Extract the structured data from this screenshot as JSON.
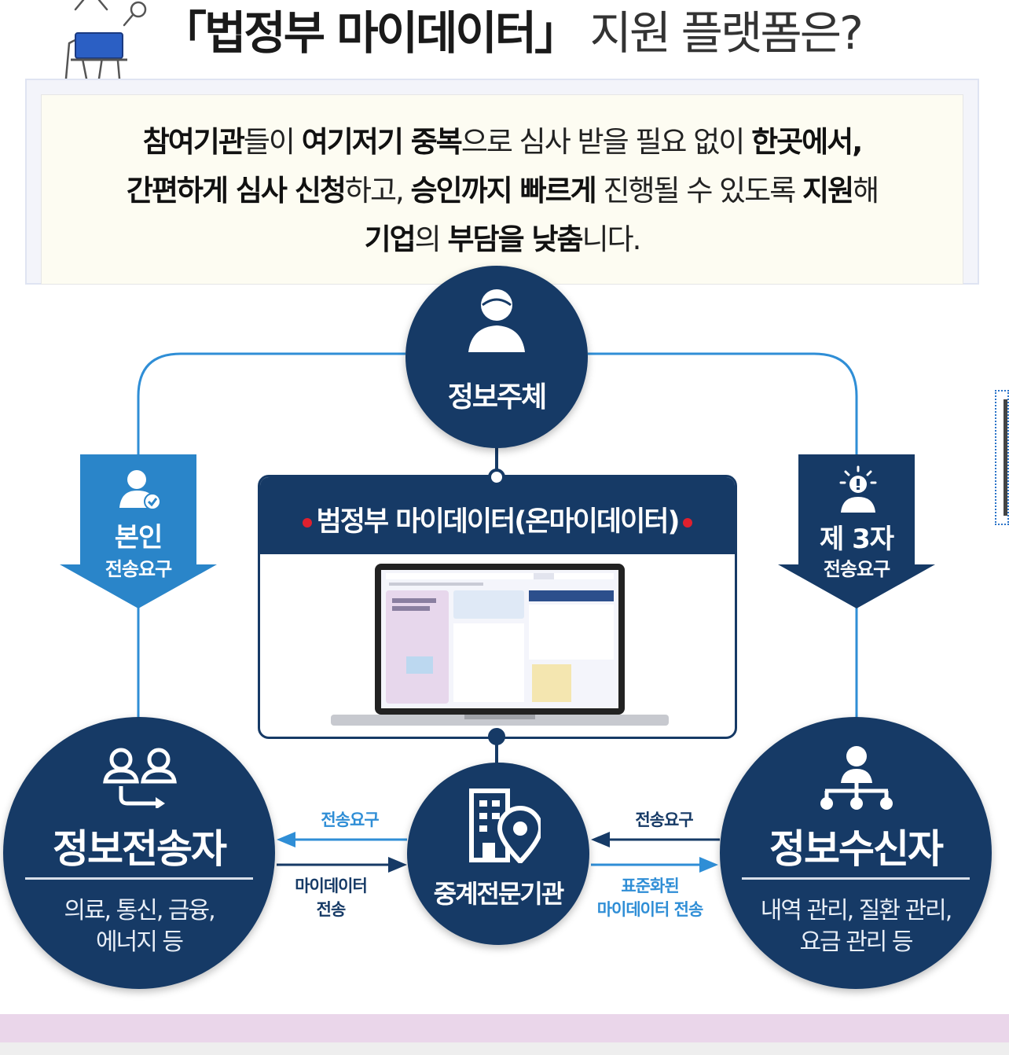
{
  "headline": {
    "bold": "「법정부 마이데이터」",
    "light": " 지원 플랫폼은?"
  },
  "info": {
    "line1": [
      {
        "t": "참여기관",
        "b": true
      },
      {
        "t": "들이 ",
        "b": false
      },
      {
        "t": "여기저기 중복",
        "b": true
      },
      {
        "t": "으로 심사 받을 필요 없이 ",
        "b": false
      },
      {
        "t": "한곳에서,",
        "b": true
      }
    ],
    "line2": [
      {
        "t": "간편하게 심사 신청",
        "b": true
      },
      {
        "t": "하고, ",
        "b": false
      },
      {
        "t": "승인까지 빠르게",
        "b": true
      },
      {
        "t": " 진행될 수 있도록 ",
        "b": false
      },
      {
        "t": "지원",
        "b": true
      },
      {
        "t": "해",
        "b": false
      }
    ],
    "line3": [
      {
        "t": "기업",
        "b": true
      },
      {
        "t": "의 ",
        "b": false
      },
      {
        "t": "부담을 낮춤",
        "b": true
      },
      {
        "t": "니다.",
        "b": false
      }
    ]
  },
  "subject": {
    "label": "정보주체"
  },
  "platform": {
    "title": "범정부 마이데이터(온마이데이터)"
  },
  "left_arrow": {
    "title": "본인",
    "sub": "전송요구"
  },
  "right_arrow": {
    "title": "제 3자",
    "sub": "전송요구"
  },
  "sender": {
    "title": "정보전송자",
    "desc1": "의료, 통신, 금융,",
    "desc2": "에너지 등"
  },
  "receiver": {
    "title": "정보수신자",
    "desc1": "내역 관리, 질환 관리,",
    "desc2": "요금 관리 등"
  },
  "broker": {
    "title": "중계전문기관"
  },
  "flows": {
    "left_top": "전송요구",
    "left_bottom_1": "마이데이터",
    "left_bottom_2": "전송",
    "right_top": "전송요구",
    "right_bottom_1": "표준화된",
    "right_bottom_2": "마이데이터 전송"
  },
  "colors": {
    "navy": "#163a66",
    "light_blue": "#2f8ed6",
    "red_dot": "#e0202e",
    "band": "#ead6ea"
  },
  "icons": {
    "subject": "person-icon",
    "left_arrow": "person-check-icon",
    "right_arrow": "person-idea-icon",
    "sender": "two-people-exchange-icon",
    "receiver": "person-network-icon",
    "broker": "building-location-icon",
    "top": "researcher-laptop-icon"
  }
}
